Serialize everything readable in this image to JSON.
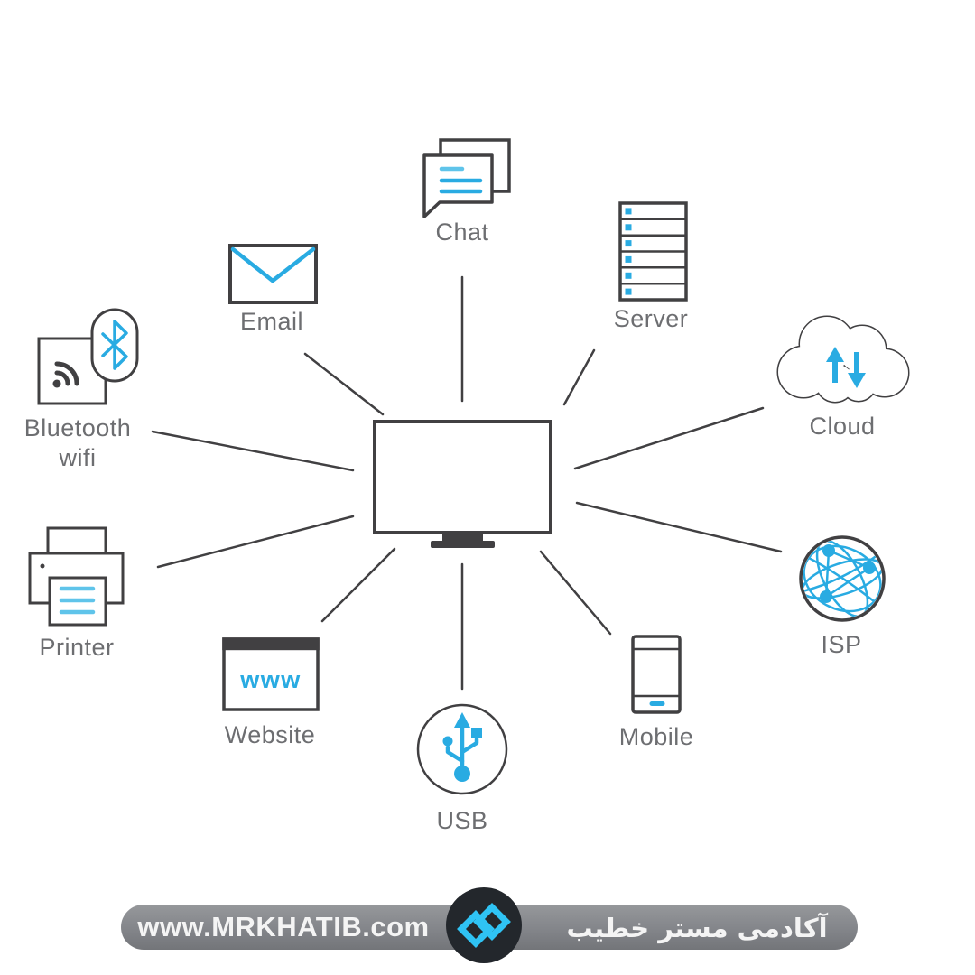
{
  "diagram": {
    "center": {
      "id": "computer",
      "icon": "desktop-monitor-icon"
    },
    "nodes": [
      {
        "id": "chat",
        "label": "Chat"
      },
      {
        "id": "server",
        "label": "Server"
      },
      {
        "id": "cloud",
        "label": "Cloud"
      },
      {
        "id": "isp",
        "label": "ISP"
      },
      {
        "id": "mobile",
        "label": "Mobile"
      },
      {
        "id": "usb",
        "label": "USB"
      },
      {
        "id": "website",
        "label": "Website",
        "icon_text": "www"
      },
      {
        "id": "printer",
        "label": "Printer"
      },
      {
        "id": "bluetooth-wifi",
        "label": "Bluetooth\nwifi"
      },
      {
        "id": "email",
        "label": "Email"
      }
    ],
    "edges": [
      [
        "computer",
        "chat"
      ],
      [
        "computer",
        "server"
      ],
      [
        "computer",
        "cloud"
      ],
      [
        "computer",
        "isp"
      ],
      [
        "computer",
        "mobile"
      ],
      [
        "computer",
        "usb"
      ],
      [
        "computer",
        "website"
      ],
      [
        "computer",
        "printer"
      ],
      [
        "computer",
        "bluetooth-wifi"
      ],
      [
        "computer",
        "email"
      ]
    ]
  },
  "footer": {
    "website_url": "www.MRKHATIB.com",
    "brand_name": "آکادمی مستر خطیب"
  },
  "colors": {
    "accent_blue": "#29abe2",
    "light_blue": "#5fc4ea",
    "outline_dark": "#414042",
    "label_gray": "#6d6e71",
    "banner_gray": "#85878a",
    "logo_blue": "#2fc3f4",
    "logo_circle_bg": "#23272c"
  }
}
